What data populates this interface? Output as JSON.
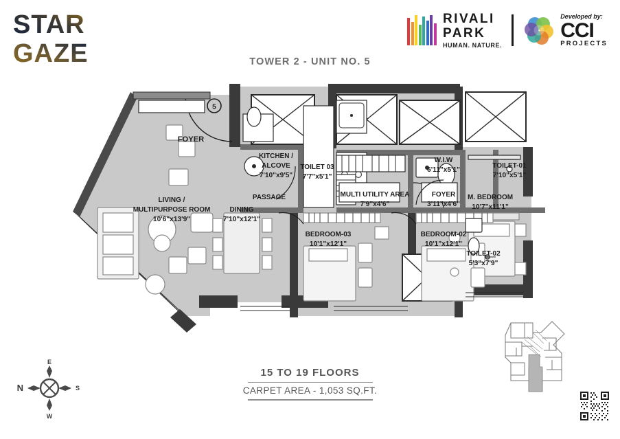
{
  "branding": {
    "project_logo_line1": "STAR",
    "project_logo_line2": "GAZE",
    "rivali_line1": "RIVALI",
    "rivali_line2": "PARK",
    "rivali_tagline": "HUMAN. NATURE.",
    "developed_by": "Developed by:",
    "developer_name": "CCI",
    "developer_sub": "PROJECTS",
    "logo_gradient_dark": "#12204a",
    "logo_gradient_gold": "#9a7326"
  },
  "header": {
    "unit_title": "TOWER 2 - UNIT NO. 5"
  },
  "footer": {
    "floors": "15 TO 19 FLOORS",
    "carpet_area": "CARPET AREA - 1,053 SQ.FT."
  },
  "entry_marker": "5",
  "compass": {
    "n": "N",
    "e": "E",
    "s": "S",
    "w": "W"
  },
  "rooms": [
    {
      "name": "FOYER",
      "dim": ""
    },
    {
      "name": "KITCHEN /",
      "dim": ""
    },
    {
      "name": "ALCOVE",
      "dim": "7'10\"x9'5\""
    },
    {
      "name": "LIVING /",
      "dim": ""
    },
    {
      "name": "MULTIPURPOSE ROOM",
      "dim": "10'6\"x13'9\""
    },
    {
      "name": "DINING",
      "dim": "7'10\"x12'1\""
    },
    {
      "name": "PASSAGE",
      "dim": ""
    },
    {
      "name": "TOILET 03",
      "dim": "7'7\"x5'1\""
    },
    {
      "name": "MULTI UTILITY AREA",
      "dim": "7'9\"x4'6\""
    },
    {
      "name": "FOYER",
      "dim": "3'11\"x4'6\""
    },
    {
      "name": "W.I.W",
      "dim": "6'11\"x5'1\""
    },
    {
      "name": "TOILET-01",
      "dim": "7'10\"x5'1\""
    },
    {
      "name": "M. BEDROOM",
      "dim": "10'7\"x11'1\""
    },
    {
      "name": "BEDROOM-03",
      "dim": "10'1\"x12'1\""
    },
    {
      "name": "BEDROOM-02",
      "dim": "10'1\"x12'1\""
    },
    {
      "name": "TOILET-02",
      "dim": "5'3\"x7'9\""
    }
  ],
  "colors": {
    "floor_fill": "#c9c9c9",
    "wall_dark": "#3a3a3a",
    "wall_mid": "#6e6e6e",
    "text": "#1d1d1d",
    "title_gray": "#6d6d6d"
  }
}
